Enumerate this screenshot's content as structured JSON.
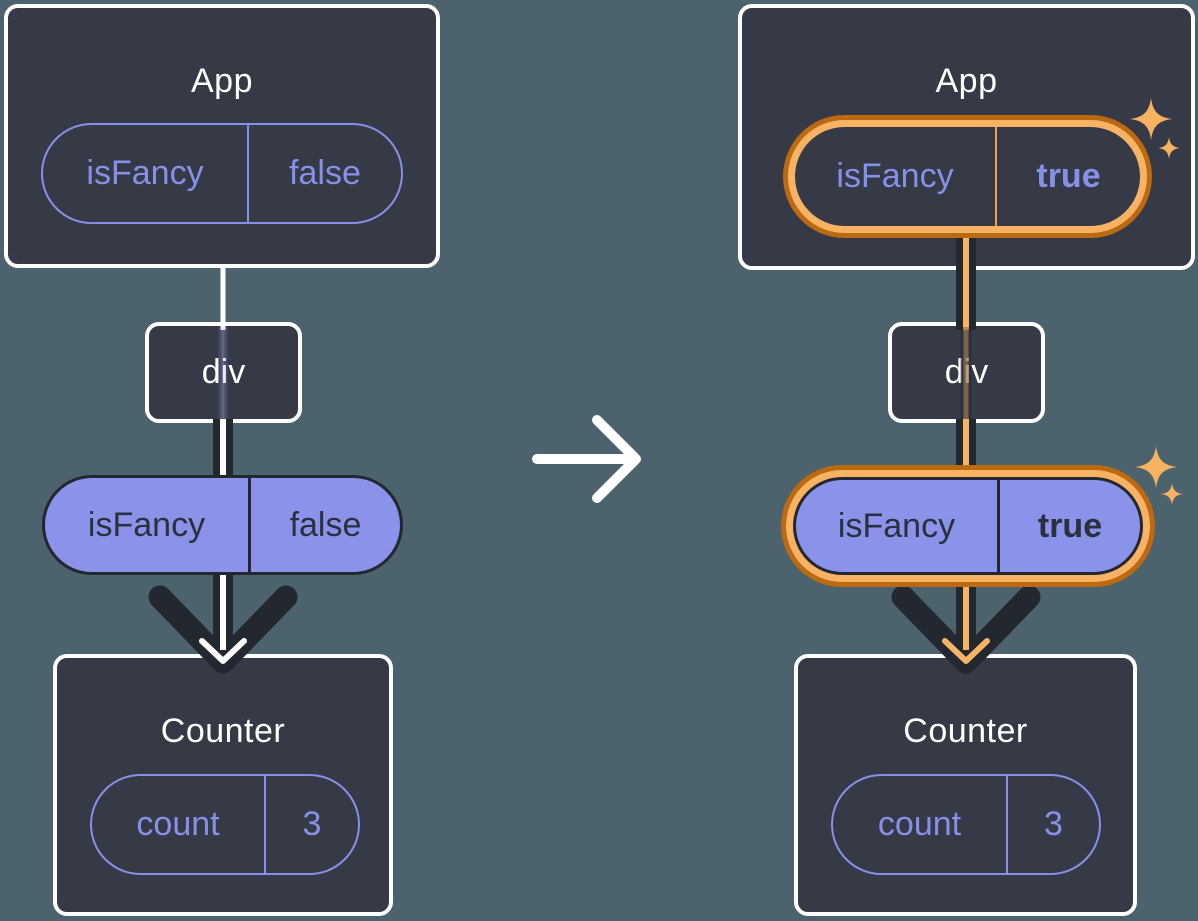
{
  "diagram_title": "Passing isFancy prop from App through div to Counter",
  "colors": {
    "background": "#4c626c",
    "card_fill": "#353a46",
    "card_border": "#ffffff",
    "purple": "#8790e8",
    "pill_fill_purple": "#8a92e9",
    "dark_text": "#2a303d",
    "arrow_dark": "#23272f",
    "arrow_core_left": "#ffffff",
    "arrow_core_right": "#f7b465",
    "highlight_ring_light": "#f8b263",
    "highlight_ring_dark": "#bc6a11",
    "divider_orange": "#eda052",
    "sparkle": "#f6b161",
    "transition_arrow": "#ffffff"
  },
  "icons": {
    "transition_arrow": "right-arrow-icon",
    "sparkle_large": "sparkle-icon",
    "sparkle_small": "sparkle-icon"
  },
  "before": {
    "app": {
      "title": "App",
      "prop_name": "isFancy",
      "prop_value": "false"
    },
    "div_label": "div",
    "passed_prop": {
      "name": "isFancy",
      "value": "false"
    },
    "counter": {
      "title": "Counter",
      "state_name": "count",
      "state_value": "3"
    }
  },
  "after": {
    "app": {
      "title": "App",
      "prop_name": "isFancy",
      "prop_value": "true"
    },
    "div_label": "div",
    "passed_prop": {
      "name": "isFancy",
      "value": "true"
    },
    "counter": {
      "title": "Counter",
      "state_name": "count",
      "state_value": "3"
    }
  }
}
